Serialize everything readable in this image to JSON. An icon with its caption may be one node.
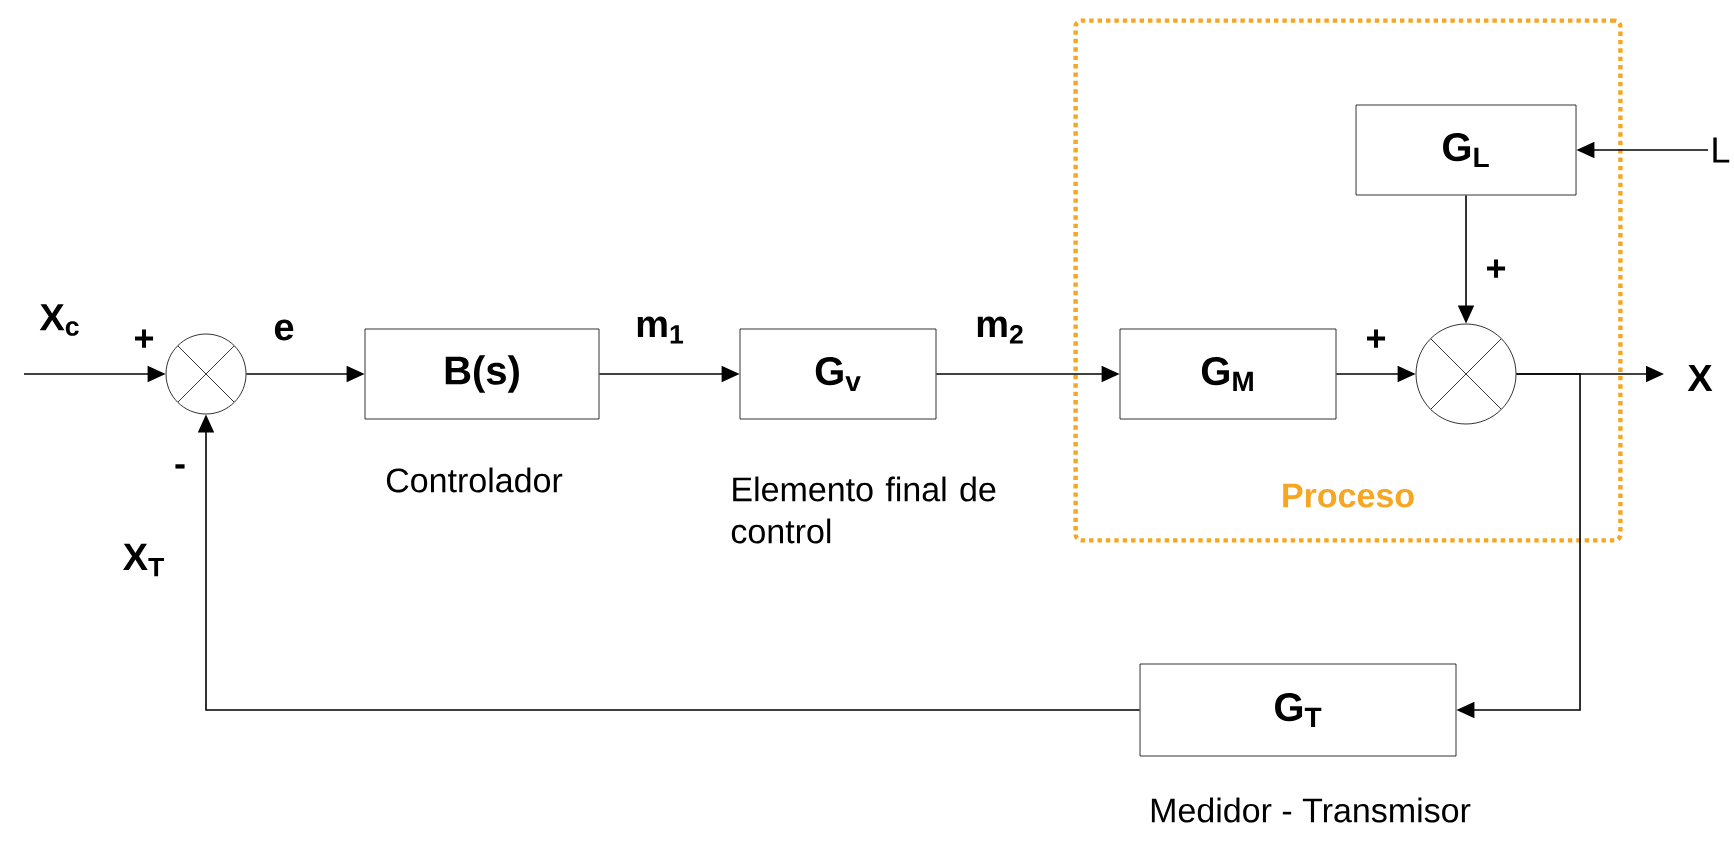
{
  "diagram": {
    "nodes": [
      {
        "text": [
          "Proceso"
        ]
      },
      {
        "text": [],
        "shape": "circle"
      },
      {
        "text": [
          "B(s)"
        ],
        "beside": [
          "Controlador"
        ]
      },
      {
        "text": [
          "G$_{v}$"
        ],
        "beside": [
          "Elemento final de control"
        ]
      },
      {
        "text": [
          "G$_{M}$"
        ],
        "in": 0
      },
      {
        "text": [
          "G$_{L}$"
        ],
        "in": 0
      },
      {
        "text": [],
        "shape": "circle",
        "in": 0
      },
      {
        "text": [
          "G$_{T}$"
        ],
        "beside": [
          "Medidor - Transmisor"
        ]
      },
      {
        "text": [
          "L"
        ]
      }
    ],
    "edges": [
      {
        "from": null,
        "to": 1,
        "arrow": "to",
        "label": "X$_{c}$"
      },
      {
        "from": 1,
        "to": 2,
        "arrow": "to",
        "label": "e"
      },
      {
        "from": 2,
        "to": 3,
        "arrow": "to",
        "label": "m$_{1}$"
      },
      {
        "from": 3,
        "to": 4,
        "arrow": "to",
        "label": "m$_{2}$"
      },
      {
        "from": 4,
        "to": 6,
        "arrow": "to"
      },
      {
        "from": 5,
        "to": 6,
        "arrow": "to"
      },
      {
        "from": 8,
        "to": 5,
        "arrow": "to"
      },
      {
        "from": 6,
        "to": null,
        "arrow": "to",
        "label": "X"
      },
      {
        "from": 6,
        "to": 7,
        "arrow": "to"
      },
      {
        "from": 7,
        "to": 1,
        "arrow": "to",
        "label": "X$_{T}$"
      }
    ],
    "labels": [
      "+",
      "-",
      "+",
      "+"
    ]
  }
}
